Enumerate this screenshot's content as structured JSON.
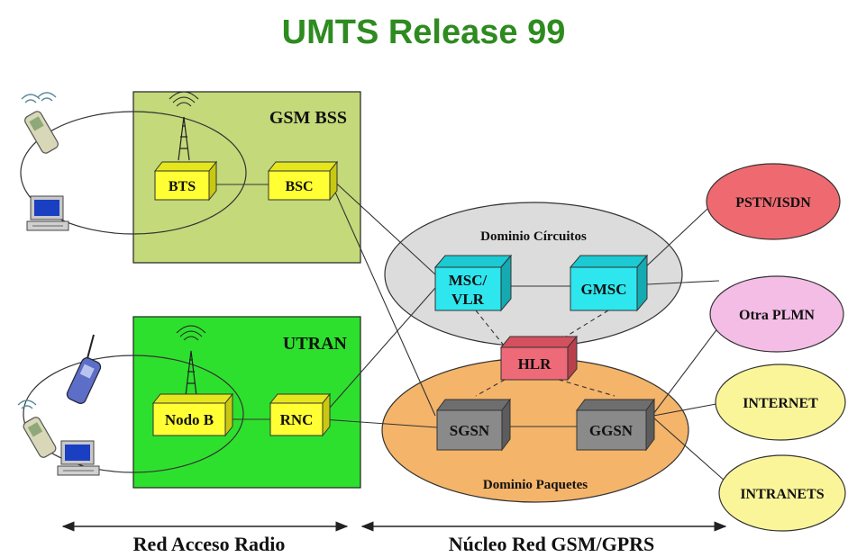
{
  "title": "UMTS Release 99",
  "regions": {
    "gsm_bss": "GSM BSS",
    "utran": "UTRAN"
  },
  "domains": {
    "circuits": "Dominio Círcuitos",
    "packets": "Dominio Paquetes"
  },
  "nodes": {
    "bts": "BTS",
    "bsc": "BSC",
    "nodo_b": "Nodo B",
    "rnc": "RNC",
    "msc_line1": "MSC/",
    "msc_line2": "VLR",
    "gmsc": "GMSC",
    "hlr": "HLR",
    "sgsn": "SGSN",
    "ggsn": "GGSN"
  },
  "networks": {
    "pstn": "PSTN/ISDN",
    "plmn": "Otra PLMN",
    "internet": "INTERNET",
    "intranets": "INTRANETS"
  },
  "footer": {
    "radio": "Red Acceso Radio",
    "core": "Núcleo Red GSM/GPRS"
  },
  "colors": {
    "title": "#2e8b1f",
    "gsm_bss_fill": "#c4d97a",
    "utran_fill": "#2ee02e",
    "yellow_node": "#ffff33",
    "cyan_node": "#2ee6ee",
    "red_node": "#ee6a78",
    "gray_node": "#8a8a8a",
    "circuits_ellipse": "#dcdcdc",
    "packets_ellipse": "#f4b46a",
    "pstn": "#ee6a70",
    "plmn": "#f3bde6",
    "internet": "#fbf59a",
    "intranets": "#fbf59a"
  }
}
